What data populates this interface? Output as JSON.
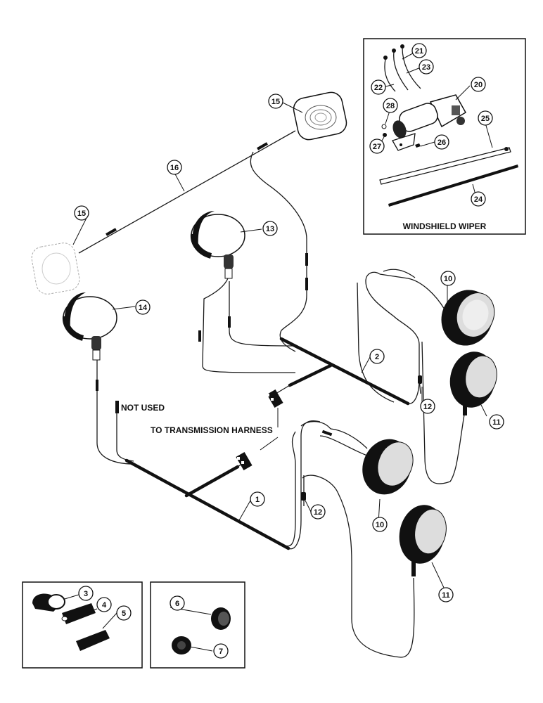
{
  "labels": {
    "windshield_wiper": "WINDSHIELD WIPER",
    "not_used": "NOT USED",
    "to_transmission_harness": "TO TRANSMISSION HARNESS"
  },
  "callouts": [
    "1",
    "2",
    "3",
    "4",
    "5",
    "6",
    "7",
    "10",
    "10",
    "11",
    "11",
    "12",
    "12",
    "13",
    "14",
    "15",
    "15",
    "16",
    "20",
    "21",
    "22",
    "23",
    "24",
    "25",
    "26",
    "27",
    "28"
  ],
  "colors": {
    "ink": "#111111",
    "paper": "#ffffff"
  }
}
